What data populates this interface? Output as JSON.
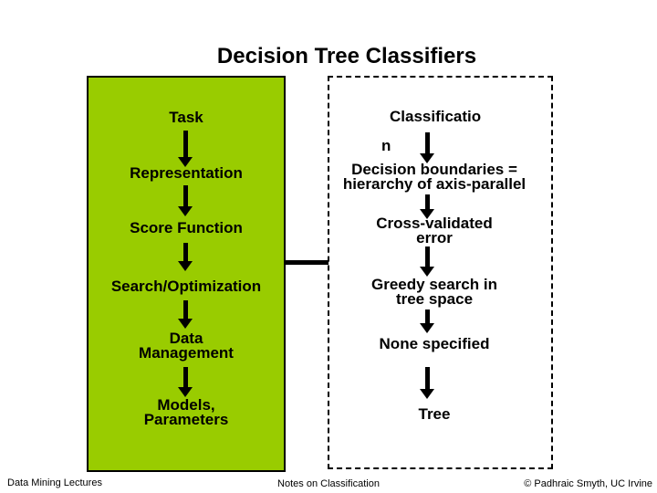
{
  "title": "Decision Tree Classifiers",
  "colors": {
    "panel_green": "#99CC00",
    "ink": "#000000"
  },
  "left_panel": {
    "items": [
      "Task",
      "Representation",
      "Score Function",
      "Search/Optimization",
      "Data\nManagement",
      "Models,\nParameters"
    ]
  },
  "right_panel": {
    "classification": {
      "line1": "Classificatio",
      "line2": "n"
    },
    "items": [
      "Decision boundaries =\nhierarchy of axis-parallel",
      "Cross-validated\nerror",
      "Greedy search in\ntree space",
      "None specified",
      "Tree"
    ]
  },
  "footer": {
    "left": "Data Mining Lectures",
    "center": "Notes on Classification",
    "right": "© Padhraic Smyth, UC Irvine"
  }
}
